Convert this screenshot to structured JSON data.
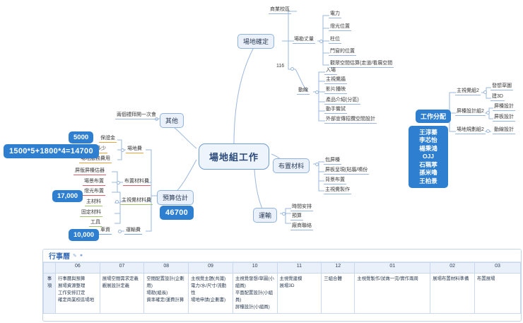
{
  "center": {
    "label": "場地組工作"
  },
  "colors": {
    "accent_blue": "#2f7fd1",
    "node_fill": "#eaf1fb",
    "node_border": "#8fb3dd",
    "underline_blue": "#9bb7de",
    "underline_orange": "#e8a33d",
    "underline_red": "#d9606a",
    "underline_green": "#9fc46b",
    "table_header": "#e9f0fa"
  },
  "branches": {
    "venue": {
      "label": "場地確定",
      "items": [
        {
          "label": "商業校區"
        },
        {
          "label": "116"
        }
      ],
      "survey": {
        "label": "場勘丈量",
        "items": [
          "電力",
          "燈光位置",
          "柱位",
          "門窗的位置",
          "觀眾空間估算(走道/看展空間"
        ]
      },
      "flow": {
        "label": "動線",
        "items": [
          "入場",
          "主視覺牆",
          "影片播映",
          "產品介紹(分區)",
          "動手嘗試",
          "外部宣傳招攬空間設計"
        ]
      }
    },
    "assign": {
      "label": "工作分配",
      "names": [
        "王淳蓁",
        "李芯怡",
        "楊秉鴻",
        "OJJ",
        "石珮葶",
        "孫米嚕",
        "王柏景"
      ],
      "groups": [
        {
          "label": "主視覺組2",
          "items": [
            "發想草圖",
            "建3D"
          ]
        },
        {
          "label": "屏檯設計組2",
          "items": [
            "屏檯設計",
            "屏板設計"
          ]
        },
        {
          "label": "場地規劃組2",
          "items": [
            "動線設計"
          ]
        }
      ]
    },
    "other": {
      "label": "其他",
      "items": [
        "兩個禮拜開一次會"
      ]
    },
    "budget": {
      "label": "預算估計",
      "total": "46700",
      "groups": [
        {
          "label": "場地費",
          "chip_top": "5000",
          "chip_formula": "1500*5+1800*4=14700",
          "items": [
            "保證金",
            "一天多少",
            "場地服務費用"
          ]
        },
        {
          "label": "布置材料費",
          "chip": "17,000",
          "items": [
            "屏版屏檯估器",
            "場景布置",
            "燈光布置"
          ]
        },
        {
          "label": "主視覺材料費",
          "items": [
            "主材料",
            "固定材料",
            "工具"
          ]
        },
        {
          "label": "運輸費",
          "chip": "10,000",
          "items": [
            "車資"
          ]
        }
      ]
    },
    "material": {
      "label": "布置材料",
      "items": [
        "包屏檯",
        "屏板呈現(貼牆/噴份",
        "背景布置",
        "主視覺製作"
      ]
    },
    "transport": {
      "label": "運輸",
      "items": [
        "時間安排",
        "預算",
        "廠商聯絡"
      ]
    }
  },
  "calendar": {
    "title": "行事曆",
    "icons": [
      "pencil-icon",
      "more-icon"
    ],
    "row_label": "事項",
    "columns": [
      "06",
      "07",
      "08",
      "09",
      "10",
      "11",
      "12",
      "01",
      "02",
      "03"
    ],
    "cells": [
      [
        "行事曆與預算",
        "展場資源整理",
        "工作安排訂定",
        "確定商業校區場地"
      ],
      [
        "展場空間需求定義",
        "觀展設計定義"
      ],
      [
        "空間配置設計(企劃用)",
        "場勘(組長)",
        "資率確定/運費計算"
      ],
      [
        "主視覺主題(共識)",
        "電力/水/尺寸/流動性",
        "場地申請(企劃書)"
      ],
      [
        "主視覺發想/草圖(小組員)",
        "平面配置設計(小組員)",
        "屏檯設計(小組員)"
      ],
      [
        "主視覺建模",
        "展場3D"
      ],
      [
        "三組合體"
      ],
      [
        "主視覺製作/試做一完/實作兩周"
      ],
      [
        "展場布置材料準備"
      ],
      [
        "布置展場"
      ]
    ]
  }
}
